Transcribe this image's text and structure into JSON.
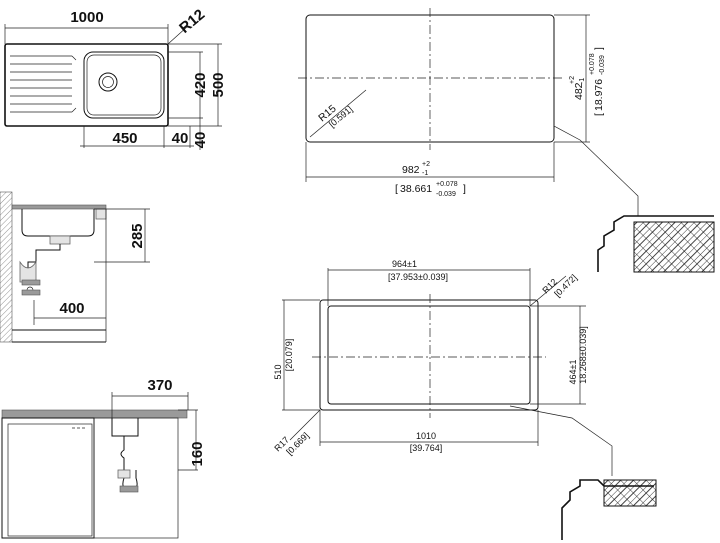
{
  "top_view": {
    "width": "1000",
    "corner_radius": "R12",
    "bowl_width": "450",
    "offset": "40",
    "bowl_depth": "420",
    "total_depth": "500",
    "side_offset": "40"
  },
  "side_view": {
    "depth": "285",
    "reach": "400"
  },
  "front_view": {
    "reach": "370",
    "height": "160"
  },
  "cutout_top": {
    "width": "982",
    "width_tol_upper": "+2",
    "width_tol_lower": "-1",
    "width_inch": "38.661",
    "width_inch_tol_upper": "+0.078",
    "width_inch_tol_lower": "-0.039",
    "height": "482",
    "height_tol_upper": "+2",
    "height_tol_lower": "-1",
    "height_inch": "18.976",
    "height_inch_tol_upper": "+0.078",
    "height_inch_tol_lower": "-0.039",
    "radius": "R15",
    "radius_inch": "[0.591]"
  },
  "cutout_bottom": {
    "inner_width": "964±1",
    "inner_width_inch": "[37.953±0.039]",
    "inner_radius": "R12",
    "inner_radius_inch": "[0.472]",
    "inner_height": "464±1",
    "inner_height_inch": "18.268±0.039]",
    "outer_width": "1010",
    "outer_width_inch": "[39.764]",
    "outer_height": "510",
    "outer_height_inch": "[20.079]",
    "outer_radius": "R17",
    "outer_radius_inch": "[0.669]"
  }
}
